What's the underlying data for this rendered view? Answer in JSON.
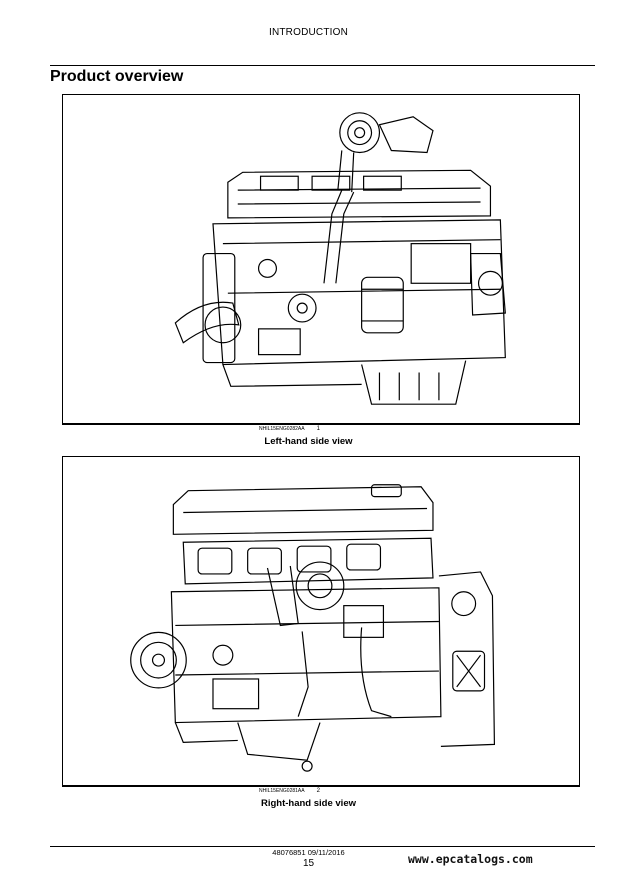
{
  "header": {
    "title": "INTRODUCTION"
  },
  "section": {
    "title": "Product overview"
  },
  "figures": [
    {
      "ref_code": "NHIL15ENG0282AA",
      "number": "1",
      "caption": "Left-hand side view"
    },
    {
      "ref_code": "NHIL15ENG0281AA",
      "number": "2",
      "caption": "Right-hand side view"
    }
  ],
  "footer": {
    "doc_code": "48076851 09/11/2016",
    "page": "15",
    "watermark": "www.epcatalogs.com"
  }
}
